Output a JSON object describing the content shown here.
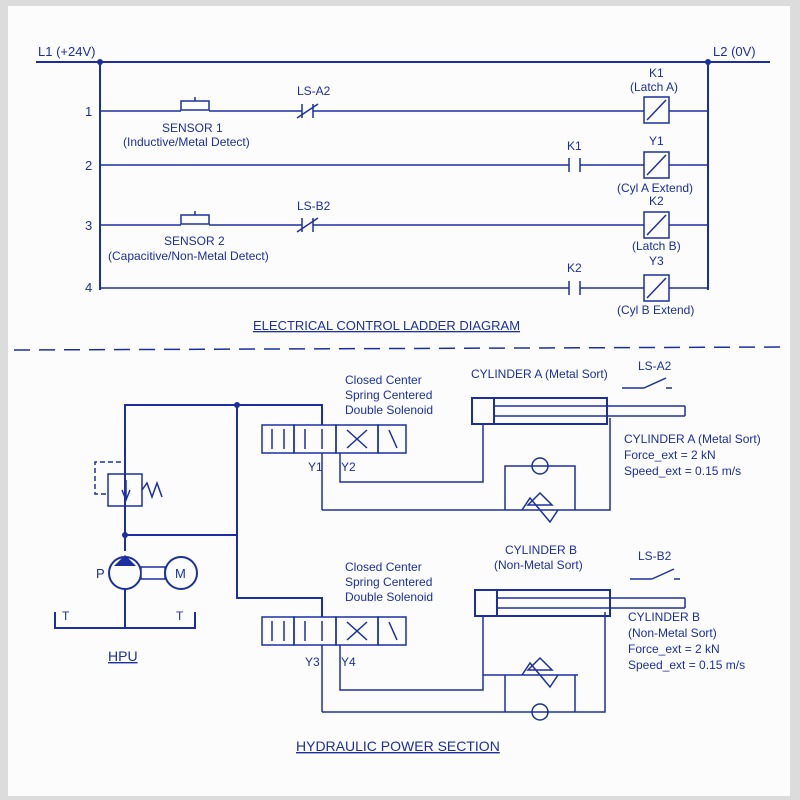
{
  "colors": {
    "ink": "#1c2fa0",
    "paper": "#fcfcfd"
  },
  "ladder": {
    "l1": "L1 (+24V)",
    "l2": "L2 (0V)",
    "rungs": [
      "1",
      "2",
      "3",
      "4"
    ],
    "sensor1": {
      "name": "SENSOR 1",
      "desc": "(Inductive/Metal Detect)"
    },
    "sensor2": {
      "name": "SENSOR 2",
      "desc": "(Capacitive/Non-Metal Detect)"
    },
    "ls_a2": "LS-A2",
    "ls_b2": "LS-B2",
    "k1_contact": "K1",
    "k2_contact": "K2",
    "coil_k1": {
      "name": "K1",
      "desc": "(Latch A)"
    },
    "coil_y1": {
      "name": "Y1",
      "desc": "(Cyl A Extend)"
    },
    "coil_k2": {
      "name": "K2",
      "desc": "(Latch B)"
    },
    "coil_y3": {
      "name": "Y3",
      "desc": "(Cyl B Extend)"
    },
    "title": "ELECTRICAL CONTROL LADDER DIAGRAM"
  },
  "hydraulic": {
    "valve1": {
      "line1": "Closed Center",
      "line2": "Spring Centered",
      "line3": "Double Solenoid",
      "sol_a": "Y1",
      "sol_b": "Y2"
    },
    "valve2": {
      "line1": "Closed Center",
      "line2": "Spring Centered",
      "line3": "Double Solenoid",
      "sol_a": "Y3",
      "sol_b": "Y4"
    },
    "cyl_a": {
      "header": "CYLINDER A (Metal Sort)",
      "switch": "LS-A2",
      "spec_title": "CYLINDER A (Metal Sort)",
      "force": "Force_ext = 2 kN",
      "speed": "Speed_ext = 0.15 m/s"
    },
    "cyl_b": {
      "header1": "CYLINDER B",
      "header2": "(Non-Metal Sort)",
      "switch": "LS-B2",
      "spec_title1": "CYLINDER B",
      "spec_title2": "(Non-Metal Sort)",
      "force": "Force_ext = 2 kN",
      "speed": "Speed_ext = 0.15 m/s"
    },
    "pump": "P",
    "motor": "M",
    "tank_left": "T",
    "tank_right": "T",
    "hpu": "HPU",
    "title": "HYDRAULIC POWER SECTION"
  }
}
